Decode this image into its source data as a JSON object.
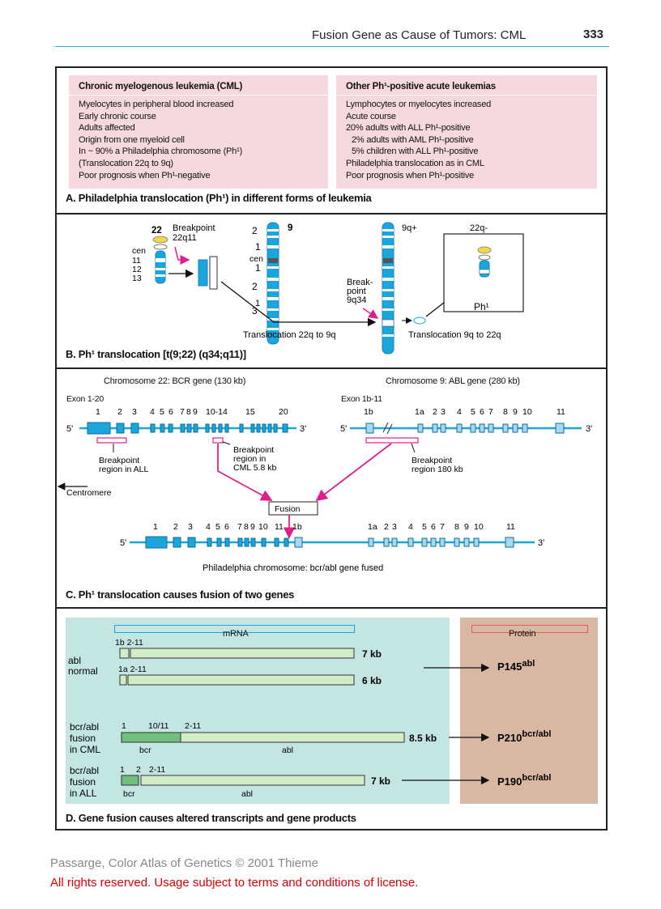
{
  "header": {
    "title": "Fusion Gene as Cause of Tumors: CML",
    "page_number": "333"
  },
  "panelA": {
    "left": {
      "heading": "Chronic myelogenous leukemia (CML)",
      "lines": [
        "Myelocytes in peripheral blood increased",
        "Early chronic course",
        "Adults affected",
        "Origin from one myeloid cell",
        "In ~ 90% a Philadelphia chromosome (Ph¹)",
        "(Translocation 22q to 9q)",
        "Poor prognosis when Ph¹-negative"
      ]
    },
    "right": {
      "heading": "Other Ph¹-positive acute leukemias",
      "lines": [
        "Lymphocytes or myelocytes increased",
        "Acute course",
        "20% adults with ALL Ph¹-positive",
        "2% adults with AML Ph¹-positive",
        "5% children with ALL Ph¹-positive",
        "Philadelphia translocation as in CML",
        "Poor prognosis when Ph¹-positive"
      ]
    },
    "caption": "A. Philadelphia translocation (Ph¹) in different forms of leukemia"
  },
  "panelB": {
    "chr22_label": "22",
    "breakpoint_label": "Breakpoint 22q11",
    "cen_label": "cen",
    "bands22": [
      "11",
      "12",
      "13"
    ],
    "chr9_label": "9",
    "chr9_bands_top": "2",
    "chr9_bands_mid": "1",
    "chr9_bands_low": "2",
    "chr9_bands_bottom": "3",
    "chr9q_label": "9q+",
    "chr22q_label": "22q-",
    "breakpoint2_label": "Break-point 9q34",
    "ph1_label": "Ph¹",
    "translocation1": "Translocation 22q to 9q",
    "translocation2": "Translocation 9q to 22q",
    "caption": "B. Ph¹ translocation [t(9;22) (q34;q11)]"
  },
  "panelC": {
    "bcr_title": "Chromosome 22: BCR gene (130 kb)",
    "abl_title": "Chromosome 9: ABL gene (280 kb)",
    "bcr_exon_label": "Exon 1-20",
    "abl_exon_label": "Exon 1b-11",
    "bcr_exons": [
      "1",
      "2",
      "3",
      "4",
      "5",
      "6",
      "7",
      "8",
      "9",
      "10-14",
      "15",
      "20"
    ],
    "abl_exons": [
      "1b",
      "1a",
      "2",
      "3",
      "4",
      "5",
      "6",
      "7",
      "8",
      "9",
      "10",
      "11"
    ],
    "five_prime": "5'",
    "three_prime": "3'",
    "bp_all": "Breakpoint region in ALL",
    "bp_cml": "Breakpoint region in CML 5.8 kb",
    "bp_abl": "Breakpoint region 180 kb",
    "centromere": "Centromere",
    "fusion": "Fusion",
    "fused_exons": [
      "1",
      "2",
      "3",
      "4",
      "5",
      "6",
      "7",
      "8",
      "9",
      "10",
      "11",
      "1b",
      "1a",
      "2",
      "3",
      "4",
      "5",
      "6",
      "7",
      "8",
      "9",
      "10",
      "11"
    ],
    "fused_label": "Philadelphia chromosome: bcr/abl gene fused",
    "caption": "C. Ph¹ translocation causes fusion of two genes"
  },
  "panelD": {
    "mrna_label": "mRNA",
    "protein_label": "Protein",
    "abl_normal_label": "abl normal",
    "row1_exons": "1b  2-11",
    "row1_size": "7 kb",
    "row1_protein": "P145abl",
    "row2_exons": "1a  2-11",
    "row2_size": "6 kb",
    "fusion_cml_label": "bcr/abl fusion in CML",
    "row3_exons_a": "1",
    "row3_exons_b": "10/11",
    "row3_exons_c": "2-11",
    "row3_bcr": "bcr",
    "row3_abl": "abl",
    "row3_size": "8.5 kb",
    "row3_protein": "P210bcr/abl",
    "fusion_all_label": "bcr/abl fusion in ALL",
    "row4_exons_a": "1",
    "row4_exons_b": "2",
    "row4_exons_c": "2-11",
    "row4_bcr": "bcr",
    "row4_abl": "abl",
    "row4_size": "7 kb",
    "row4_protein": "P190bcr/abl",
    "caption": "D. Gene fusion causes altered transcripts and gene products",
    "colors": {
      "mrna_bg": "#c3e6e3",
      "protein_bg": "#d9b8a3",
      "bar": "#d3ecc8",
      "bcr_bar": "#6fbf7f"
    }
  },
  "footer": {
    "line1": "Passarge, Color Atlas of Genetics © 2001 Thieme",
    "line2": "All rights reserved. Usage subject to terms and conditions of license."
  },
  "colors": {
    "accent": "#2aa8d8",
    "magenta": "#e0208a",
    "gene_blue": "#1aa6dc",
    "panelA_bg": "#f6d9de"
  }
}
